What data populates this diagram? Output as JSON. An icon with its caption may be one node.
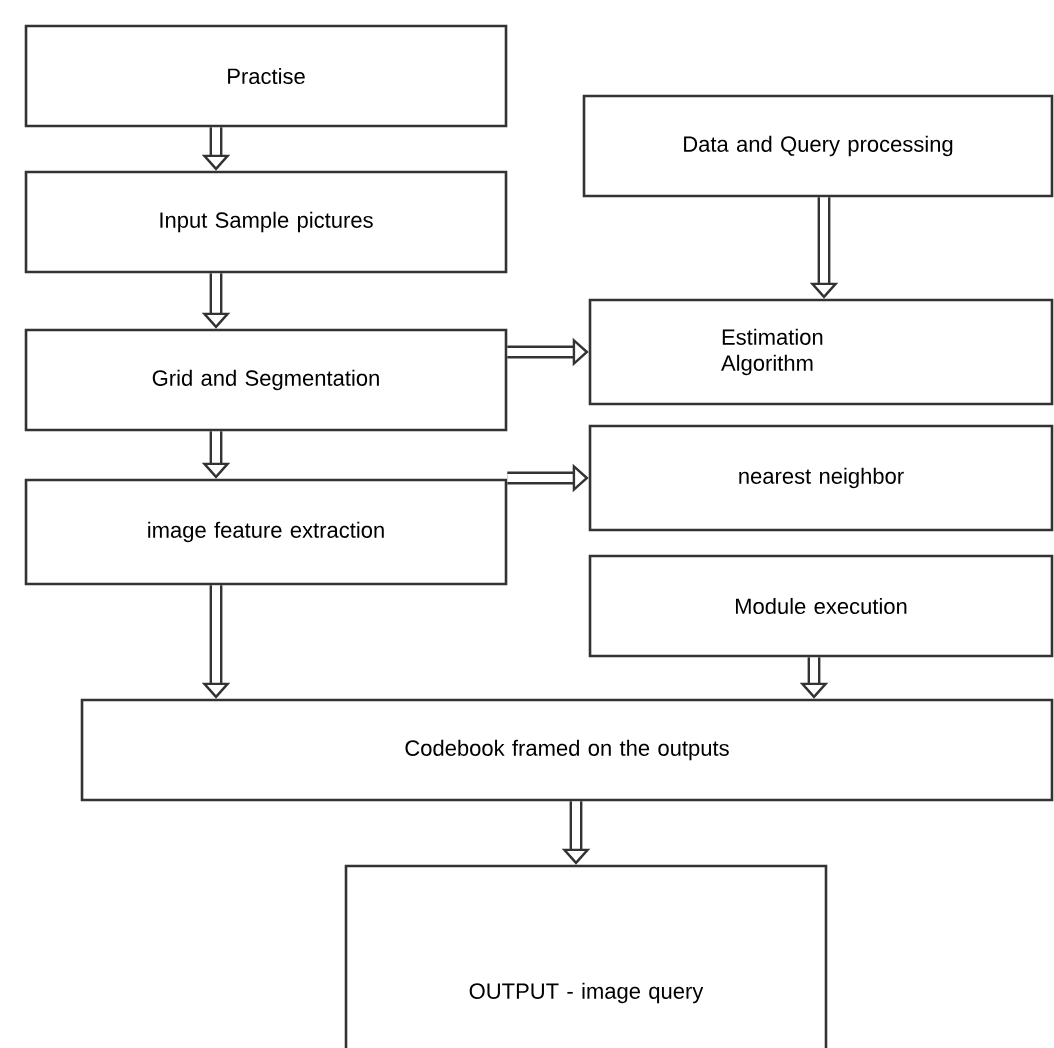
{
  "diagram": {
    "nodes": [
      {
        "text": [
          "Practise"
        ]
      },
      {
        "text": [
          "Input Sample pictures"
        ]
      },
      {
        "text": [
          "Grid and Segmentation"
        ]
      },
      {
        "text": [
          "image feature extraction"
        ]
      },
      {
        "text": [
          "Data and Query processing"
        ]
      },
      {
        "text": [
          "Estimation Algorithm"
        ]
      },
      {
        "text": [
          "nearest neighbor"
        ]
      },
      {
        "text": [
          "Module execution"
        ]
      },
      {
        "text": [
          "Codebook framed on the outputs"
        ]
      },
      {
        "text": [
          "OUTPUT - image query"
        ]
      }
    ],
    "edges": [
      {
        "from": 0,
        "to": 1,
        "arrow": "to"
      },
      {
        "from": 1,
        "to": 2,
        "arrow": "to"
      },
      {
        "from": 2,
        "to": 3,
        "arrow": "to"
      },
      {
        "from": 2,
        "to": 5,
        "arrow": "to"
      },
      {
        "from": 3,
        "to": 6,
        "arrow": "to"
      },
      {
        "from": 3,
        "to": 8,
        "arrow": "to"
      },
      {
        "from": 4,
        "to": 5,
        "arrow": "to"
      },
      {
        "from": 7,
        "to": 8,
        "arrow": "to"
      },
      {
        "from": 8,
        "to": 9,
        "arrow": "to"
      }
    ]
  }
}
